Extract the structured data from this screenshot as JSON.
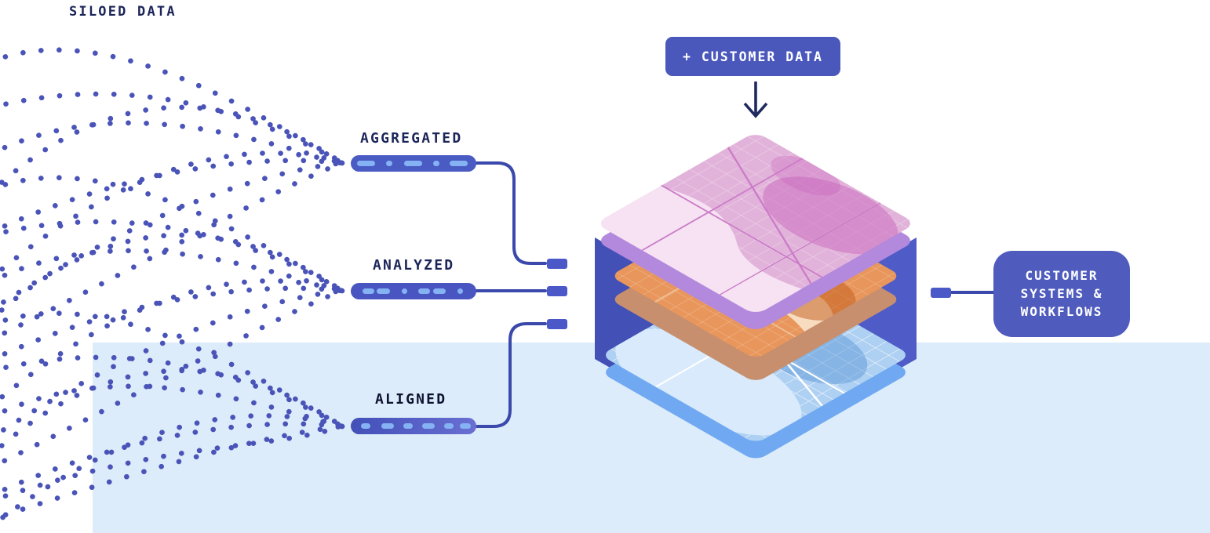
{
  "siloed_label": "SILOED DATA",
  "pipes": [
    {
      "label": "AGGREGATED"
    },
    {
      "label": "ANALYZED"
    },
    {
      "label": "ALIGNED"
    }
  ],
  "customer_data_button": {
    "label": "+ CUSTOMER DATA"
  },
  "customer_systems_box": {
    "line1": "CUSTOMER",
    "line2": "SYSTEMS &",
    "line3": "WORKFLOWS"
  },
  "stack_layers": [
    {
      "name": "top-map-layer",
      "color": "#e2b3da"
    },
    {
      "name": "middle-map-layer",
      "color": "#e8965c"
    },
    {
      "name": "bottom-map-layer",
      "color": "#aed0f2"
    }
  ],
  "colors": {
    "accent_indigo": "#4a57bb",
    "deep_navy": "#1b2559",
    "line_indigo": "#3b49ac",
    "dot_indigo": "#4a54b8",
    "panel_blue": "#ddecfa",
    "pipe_dash_blue": "#85b2f3",
    "connector_port": "#4a58c8",
    "stack_wall_indigo": "#4350b6",
    "layer_top_side": "#b389dd",
    "layer_middle_side": "#c78f6d",
    "layer_bottom_side": "#70a9f2"
  }
}
